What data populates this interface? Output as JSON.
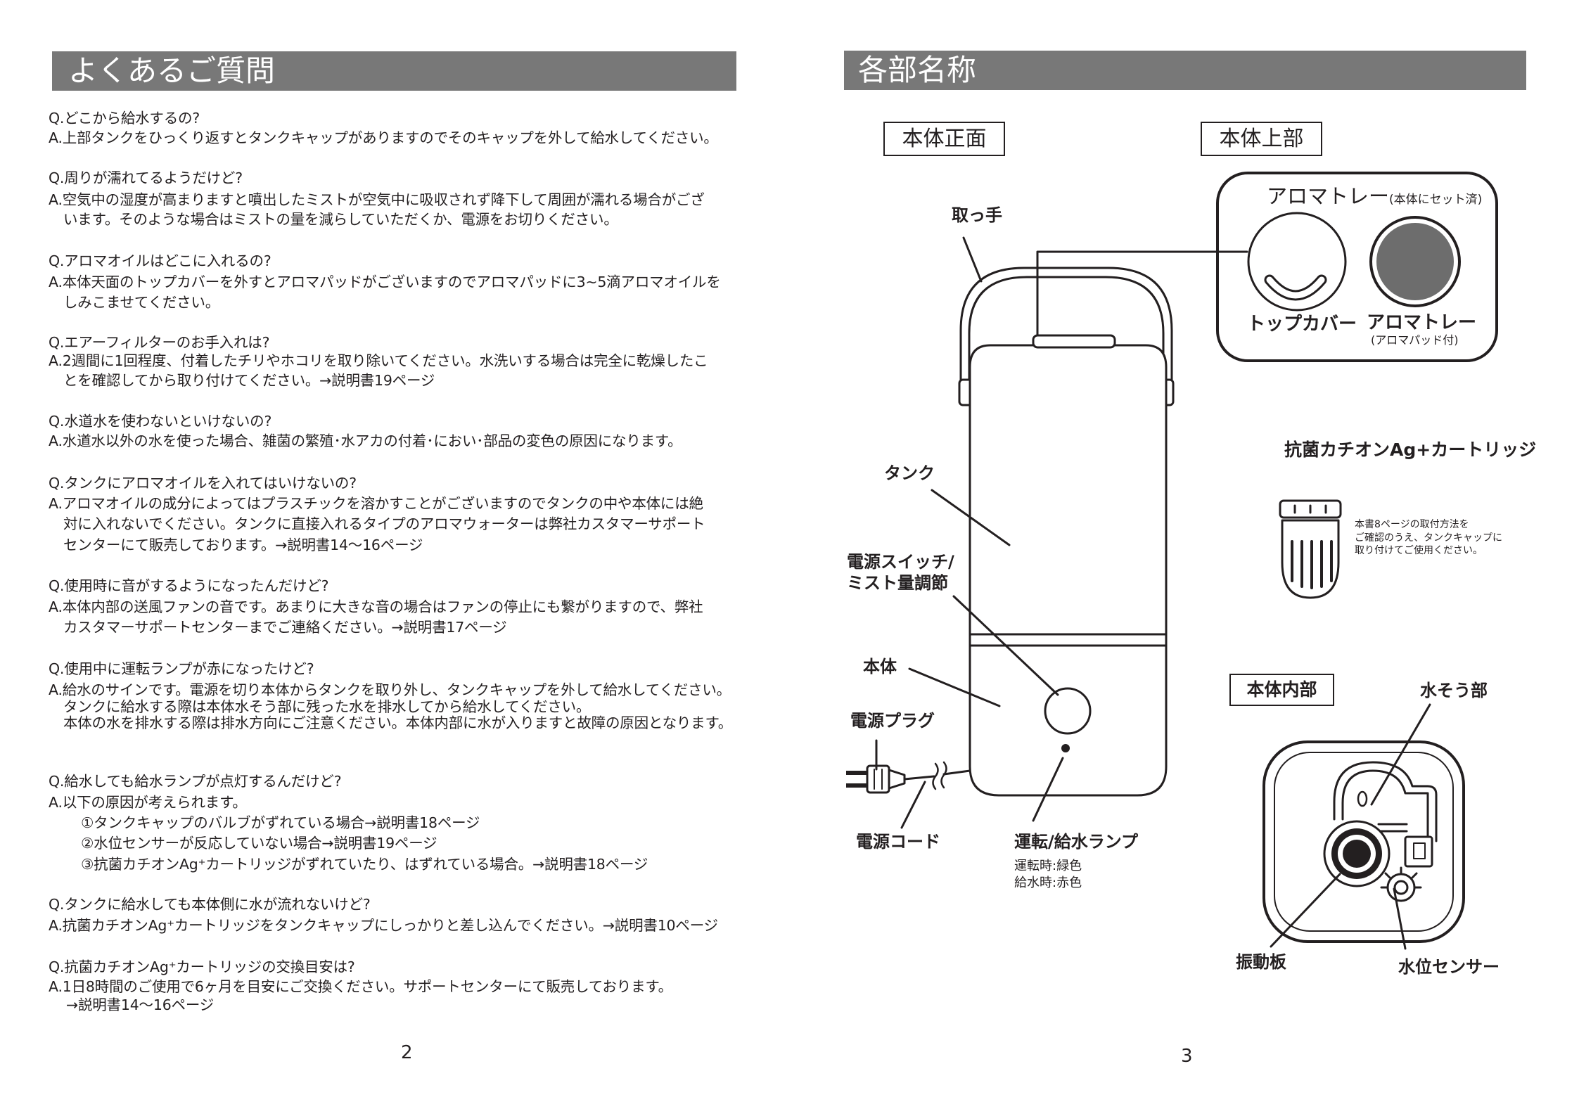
{
  "left_page": {
    "header": "よくあるご質問",
    "faq": [
      {
        "q": "Q.どこから給水するの?",
        "a": [
          "A.上部タンクをひっくり返すとタンクキャップがありますのでそのキャップを外して給水してください。"
        ]
      },
      {
        "q": "Q.周りが濡れてるようだけど?",
        "a": [
          "A.空気中の湿度が高まりますと噴出したミストが空気中に吸収されず降下して周囲が濡れる場合がござ",
          "います。そのような場合はミストの量を減らしていただくか、電源をお切りください。"
        ]
      },
      {
        "q": "Q.アロマオイルはどこに入れるの?",
        "a": [
          "A.本体天面のトップカバーを外すとアロマパッドがございますのでアロマパッドに3~5滴アロマオイルを",
          "しみこませてください。"
        ]
      },
      {
        "q": "Q.エアーフィルターのお手入れは?",
        "a": [
          "A.2週間に1回程度、付着したチリやホコリを取り除いてください。水洗いする場合は完全に乾燥したこ",
          "とを確認してから取り付けてください。→説明書19ページ"
        ]
      },
      {
        "q": "Q.水道水を使わないといけないの?",
        "a": [
          "A.水道水以外の水を使った場合、雑菌の繁殖･水アカの付着･におい･部品の変色の原因になります。"
        ]
      },
      {
        "q": "Q.タンクにアロマオイルを入れてはいけないの?",
        "a": [
          "A.アロマオイルの成分によってはプラスチックを溶かすことがございますのでタンクの中や本体には絶",
          "対に入れないでください。タンクに直接入れるタイプのアロマウォーターは弊社カスタマーサポート",
          "センターにて販売しております。→説明書14～16ページ"
        ]
      },
      {
        "q": "Q.使用時に音がするようになったんだけど?",
        "a": [
          "A.本体内部の送風ファンの音です。あまりに大きな音の場合はファンの停止にも繋がりますので、弊社",
          "カスタマーサポートセンターまでご連絡ください。→説明書17ページ"
        ]
      },
      {
        "q": "Q.使用中に運転ランプが赤になったけど?",
        "a": [
          "A.給水のサインです。電源を切り本体からタンクを取り外し、タンクキャップを外して給水してください。",
          "タンクに給水する際は本体水そう部に残った水を排水してから給水してください。",
          "本体の水を排水する際は排水方向にご注意ください。本体内部に水が入りますと故障の原因となります。"
        ]
      },
      {
        "q": "Q.給水しても給水ランプが点灯するんだけど?",
        "a": [
          "A.以下の原因が考えられます。",
          "①タンクキャップのバルブがずれている場合→説明書18ページ",
          "②水位センサーが反応していない場合→説明書19ページ",
          "③抗菌カチオンAg⁺カートリッジがずれていたり、はずれている場合。→説明書18ページ"
        ]
      },
      {
        "q": "Q.タンクに給水しても本体側に水が流れないけど?",
        "a": [
          "A.抗菌カチオンAg⁺カートリッジをタンクキャップにしっかりと差し込んでください。→説明書10ページ"
        ]
      },
      {
        "q": "Q.抗菌カチオンAg⁺カートリッジの交換目安は?",
        "a": [
          "A.1日8時間のご使用で6ヶ月を目安にご交換ください。サポートセンターにて販売しております。",
          "→説明書14～16ページ"
        ]
      }
    ],
    "page_number": "2"
  },
  "right_page": {
    "header": "各部名称",
    "front_title": "本体正面",
    "top_title": "本体上部",
    "inside_title": "本体内部",
    "top_panel": {
      "heading": "アロマトレー",
      "heading_note": "(本体にセット済)",
      "top_cover": "トップカバー",
      "aroma_tray": "アロマトレー",
      "aroma_tray_note": "(アロマパッド付)"
    },
    "front_labels": {
      "handle": "取っ手",
      "tank": "タンク",
      "switch_1": "電源スイッチ/",
      "switch_2": "ミスト量調節",
      "body": "本体",
      "plug": "電源プラグ",
      "cord": "電源コード",
      "lamp": "運転/給水ランプ",
      "lamp_run": "運転時:緑色",
      "lamp_water": "給水時:赤色"
    },
    "cartridge": {
      "title": "抗菌カチオンAg+カートリッジ",
      "note": [
        "本書8ページの取付方法を",
        "ご確認のうえ、タンクキャップに",
        "取り付けてご使用ください。"
      ]
    },
    "inside_labels": {
      "tank_area": "水そう部",
      "vibration_plate": "振動板",
      "water_sensor": "水位センサー"
    },
    "page_number": "3"
  },
  "colors": {
    "header_bar": "#787878",
    "text": "#231f20",
    "aroma_pad": "#6d6d6d"
  }
}
